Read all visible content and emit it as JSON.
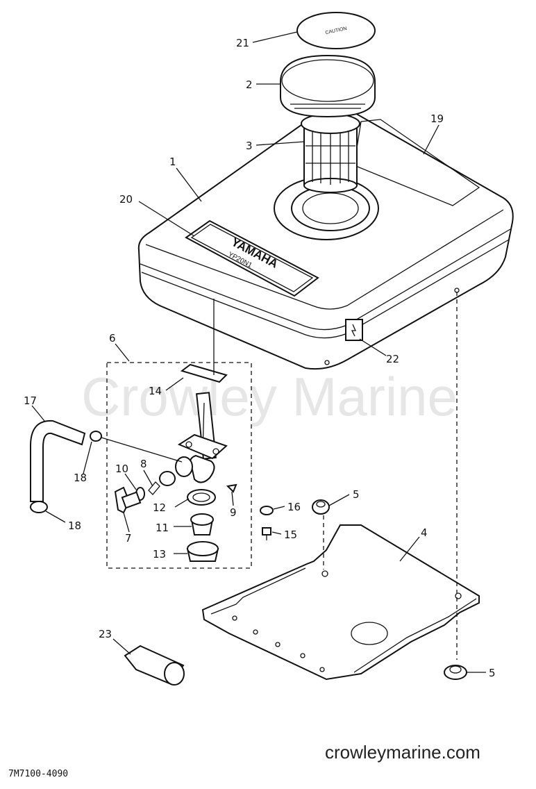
{
  "watermark": "Crowley Marine",
  "site_caption": "crowleymarine.com",
  "diagram_code": "7M7100-4090",
  "tank_brand": "YAMAHA",
  "tank_model": "YP20N1",
  "cap_sticker": "CAUTION",
  "callouts": {
    "c1": "1",
    "c2": "2",
    "c3": "3",
    "c4": "4",
    "c5a": "5",
    "c5b": "5",
    "c6": "6",
    "c7": "7",
    "c8": "8",
    "c9": "9",
    "c10": "10",
    "c11": "11",
    "c12": "12",
    "c13": "13",
    "c14": "14",
    "c15": "15",
    "c16": "16",
    "c17": "17",
    "c18a": "18",
    "c18b": "18",
    "c19": "19",
    "c20": "20",
    "c21": "21",
    "c22": "22",
    "c23": "23"
  }
}
